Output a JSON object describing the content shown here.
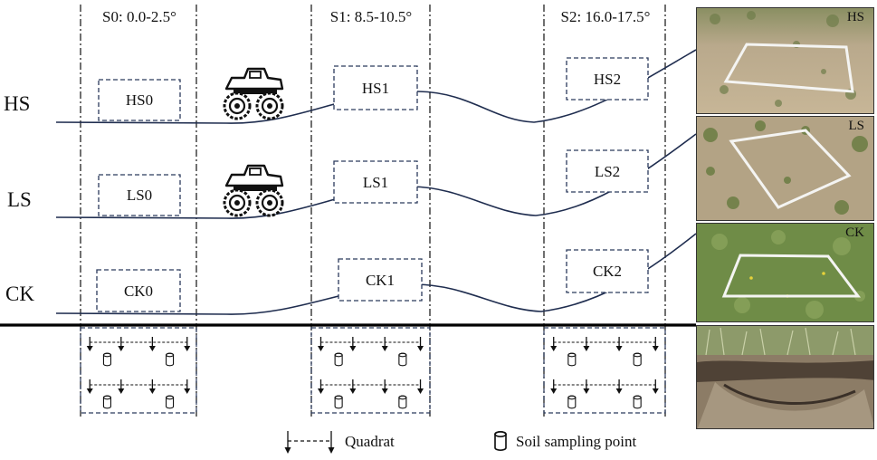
{
  "slopes": [
    {
      "id": "S0",
      "label": "S0: 0.0-2.5°"
    },
    {
      "id": "S1",
      "label": "S1: 8.5-10.5°"
    },
    {
      "id": "S2",
      "label": "S2: 16.0-17.5°"
    }
  ],
  "treatments": [
    {
      "id": "HS",
      "label": "HS",
      "vehicle": true,
      "plots": [
        "HS0",
        "HS1",
        "HS2"
      ]
    },
    {
      "id": "LS",
      "label": "LS",
      "vehicle": true,
      "plots": [
        "LS0",
        "LS1",
        "LS2"
      ]
    },
    {
      "id": "CK",
      "label": "CK",
      "vehicle": false,
      "plots": [
        "CK0",
        "CK1",
        "CK2"
      ]
    }
  ],
  "photos": [
    {
      "tag": "HS",
      "ground": "bare-sandy",
      "color": "#b8a58a"
    },
    {
      "tag": "LS",
      "ground": "mixed-grass",
      "color": "#a89a7c"
    },
    {
      "tag": "CK",
      "ground": "grass",
      "color": "#6d8a4a"
    },
    {
      "tag": "",
      "ground": "soil-profile",
      "color": "#7a6a55"
    }
  ],
  "legend": {
    "quadrat_label": "Quadrat",
    "soil_label": "Soil sampling point"
  },
  "icons": {
    "vehicle": "monster-truck-icon",
    "quadrat": "quadrat-arrow-icon",
    "soil": "soil-core-icon"
  },
  "colors": {
    "terrain_line": "#1f2d4f",
    "plot_border": "#2b3a5c",
    "ground_line": "#000000"
  }
}
